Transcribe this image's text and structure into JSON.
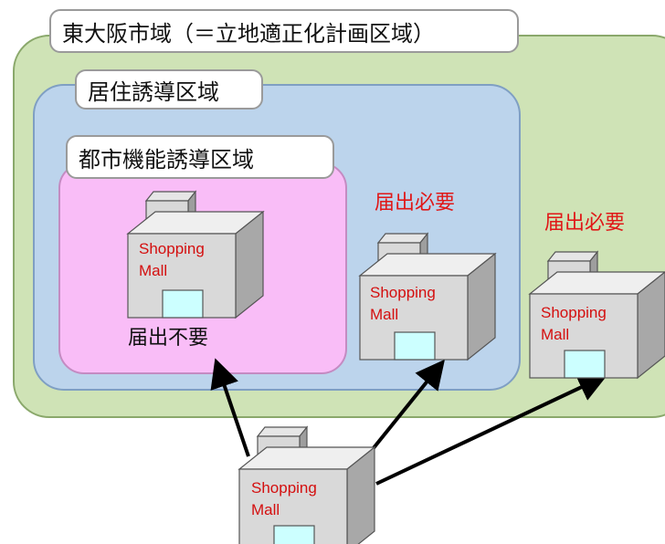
{
  "regions": {
    "city_label": "東大阪市域（＝立地適正化計画区域）",
    "residential_label": "居住誘導区域",
    "urban_function_label": "都市機能誘導区域"
  },
  "notes": {
    "not_required": "届出不要",
    "required_residential": "届出必要",
    "required_city": "届出必要"
  },
  "mall": {
    "line1": "Shopping",
    "line2": "Mall"
  },
  "colors": {
    "city_zone": "#cfe3b6",
    "residential_zone": "#bcd4ec",
    "urban_function_zone": "#f9bdf7",
    "required_text": "#e01818"
  }
}
